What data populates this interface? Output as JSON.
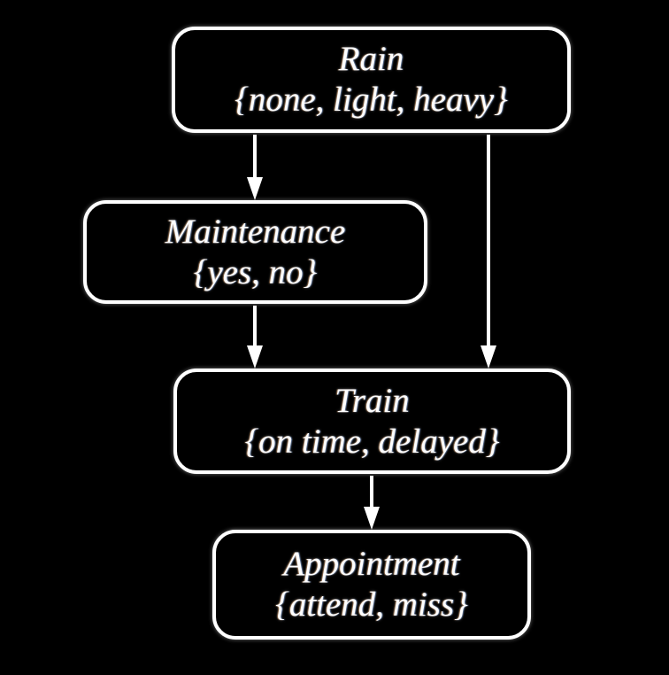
{
  "diagram": {
    "type": "bayesian-network",
    "background_color": "#000000",
    "node_color": "#000000",
    "border_color": "#ffffff",
    "text_color": "#ffffff",
    "nodes": [
      {
        "id": "rain",
        "name": "Rain",
        "states": "{none, light, heavy}"
      },
      {
        "id": "maintenance",
        "name": "Maintenance",
        "states": "{yes, no}"
      },
      {
        "id": "train",
        "name": "Train",
        "states": "{on time, delayed}"
      },
      {
        "id": "appointment",
        "name": "Appointment",
        "states": "{attend, miss}"
      }
    ],
    "edges": [
      {
        "id": "rain-to-maintenance",
        "from": "Rain",
        "to": "Maintenance"
      },
      {
        "id": "rain-to-train",
        "from": "Rain",
        "to": "Train"
      },
      {
        "id": "maintenance-to-train",
        "from": "Maintenance",
        "to": "Train"
      },
      {
        "id": "train-to-appointment",
        "from": "Train",
        "to": "Appointment"
      }
    ]
  }
}
